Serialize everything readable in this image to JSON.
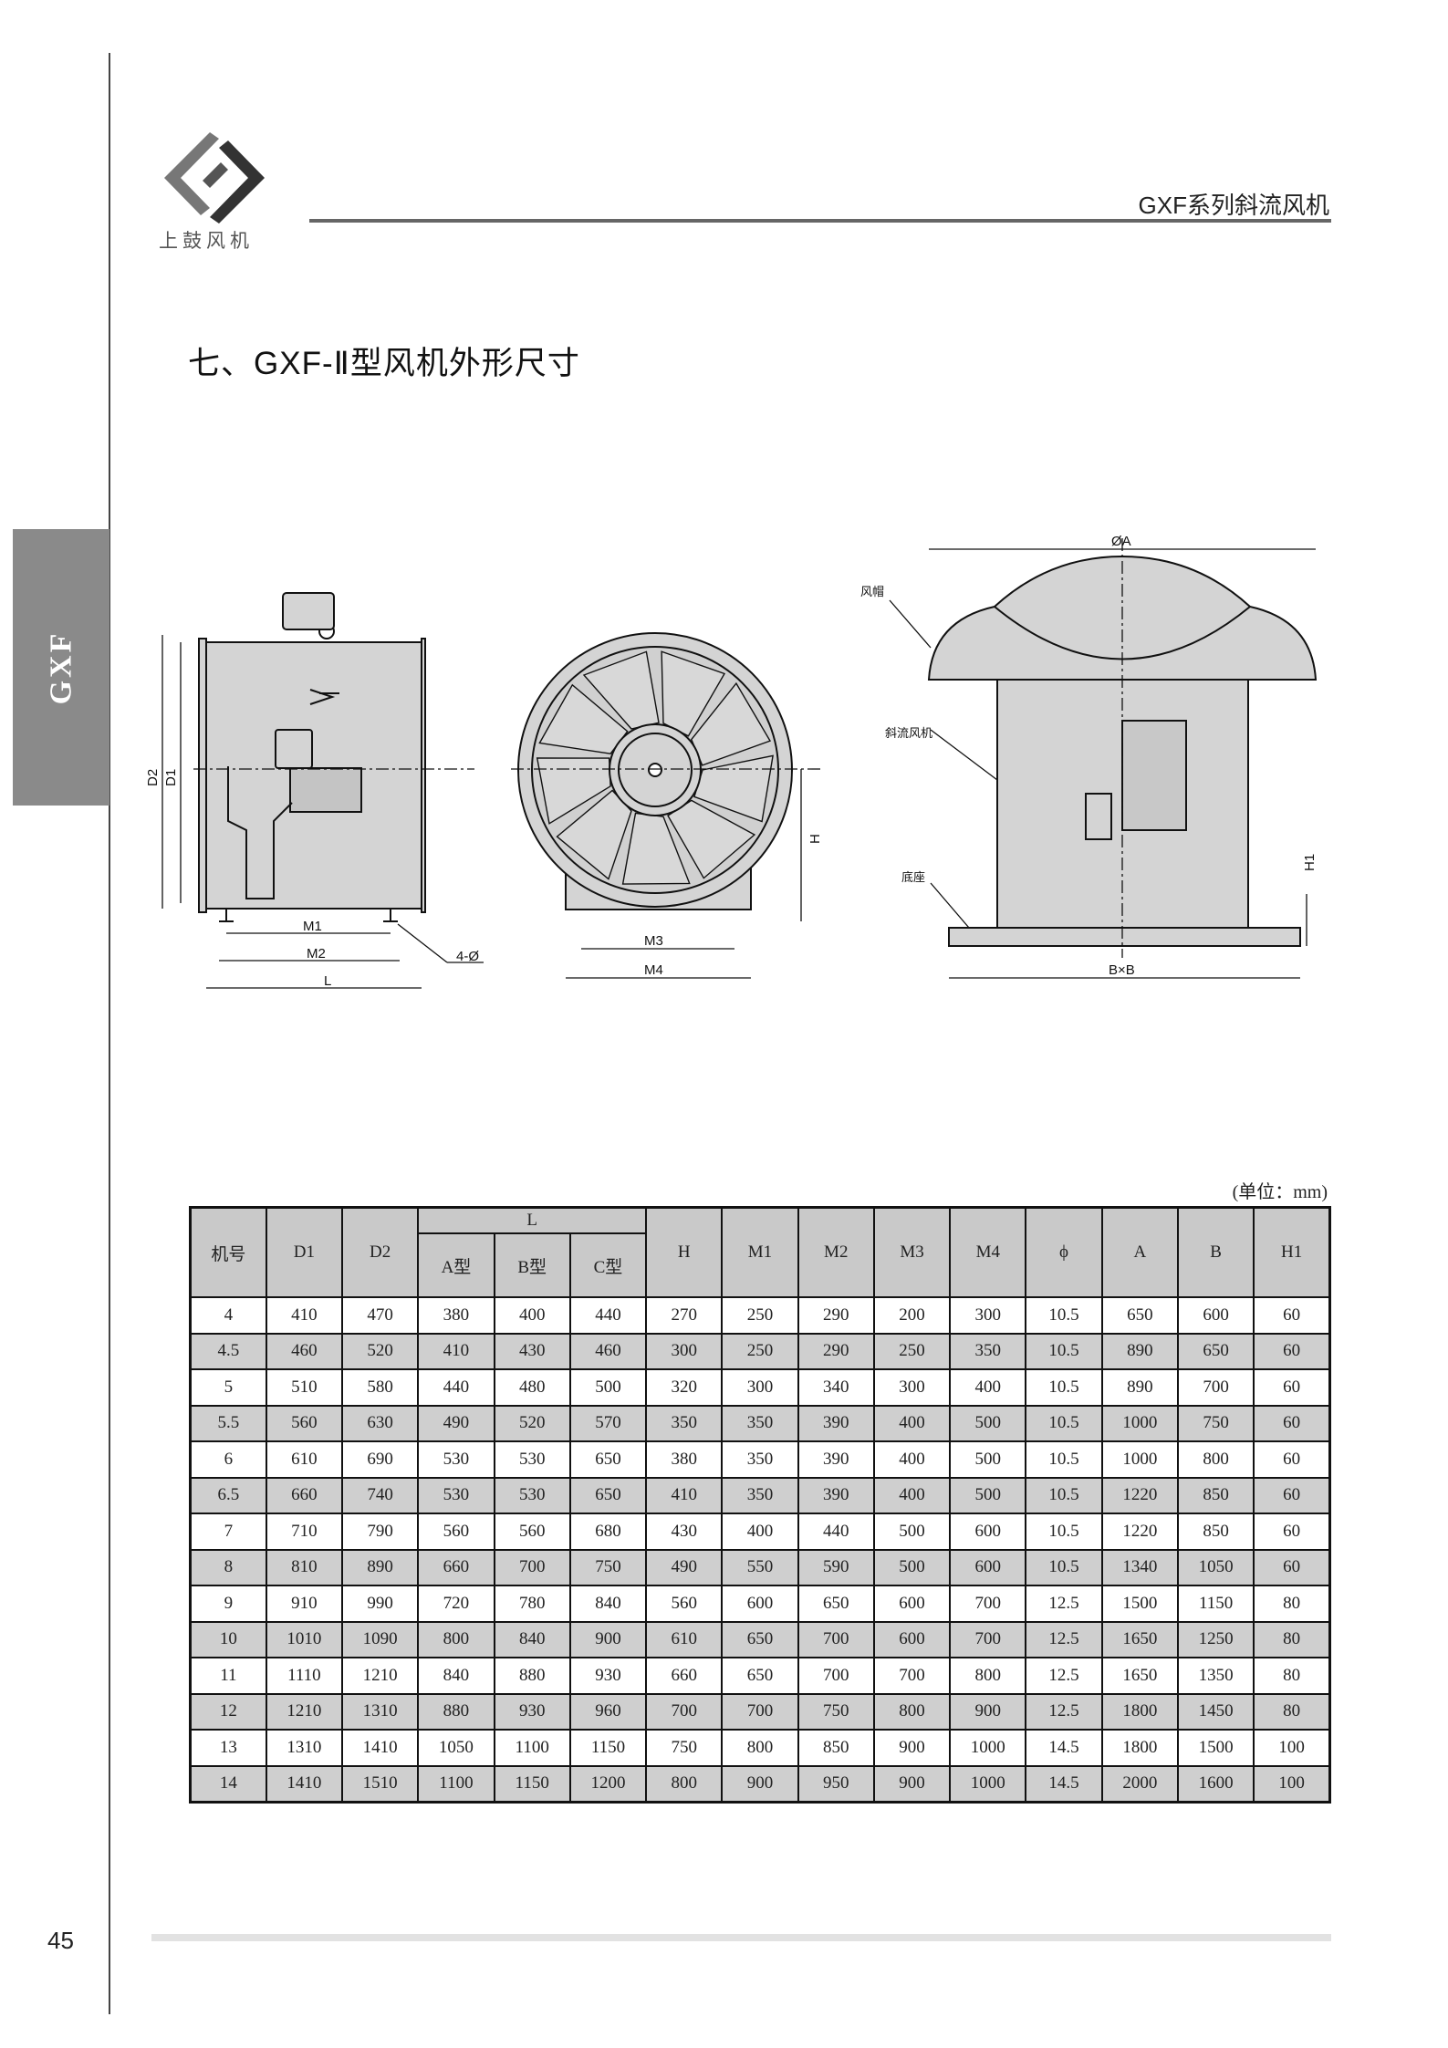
{
  "header": {
    "brand_name": "上鼓风机",
    "series_title": "GXF系列斜流风机"
  },
  "side_tab": {
    "label": "GXF"
  },
  "page_title": "七、GXF-Ⅱ型风机外形尺寸",
  "drawing_labels": {
    "d2": "D2",
    "d1": "D1",
    "m1": "M1",
    "m2": "M2",
    "l": "L",
    "holes": "4-Ø",
    "m3": "M3",
    "m4": "M4",
    "h": "H",
    "phi_a": "ØA",
    "cap": "风帽",
    "fan": "斜流风机",
    "base": "底座",
    "h1": "H1",
    "bxb": "B×B"
  },
  "unit_note": "(单位：mm)",
  "table": {
    "headers": {
      "no": "机号",
      "d1": "D1",
      "d2": "D2",
      "l": "L",
      "la": "A型",
      "lb": "B型",
      "lc": "C型",
      "h": "H",
      "m1": "M1",
      "m2": "M2",
      "m3": "M3",
      "m4": "M4",
      "phi": "ϕ",
      "a": "A",
      "b": "B",
      "h1": "H1"
    },
    "rows": [
      [
        "4",
        "410",
        "470",
        "380",
        "400",
        "440",
        "270",
        "250",
        "290",
        "200",
        "300",
        "10.5",
        "650",
        "600",
        "60"
      ],
      [
        "4.5",
        "460",
        "520",
        "410",
        "430",
        "460",
        "300",
        "250",
        "290",
        "250",
        "350",
        "10.5",
        "890",
        "650",
        "60"
      ],
      [
        "5",
        "510",
        "580",
        "440",
        "480",
        "500",
        "320",
        "300",
        "340",
        "300",
        "400",
        "10.5",
        "890",
        "700",
        "60"
      ],
      [
        "5.5",
        "560",
        "630",
        "490",
        "520",
        "570",
        "350",
        "350",
        "390",
        "400",
        "500",
        "10.5",
        "1000",
        "750",
        "60"
      ],
      [
        "6",
        "610",
        "690",
        "530",
        "530",
        "650",
        "380",
        "350",
        "390",
        "400",
        "500",
        "10.5",
        "1000",
        "800",
        "60"
      ],
      [
        "6.5",
        "660",
        "740",
        "530",
        "530",
        "650",
        "410",
        "350",
        "390",
        "400",
        "500",
        "10.5",
        "1220",
        "850",
        "60"
      ],
      [
        "7",
        "710",
        "790",
        "560",
        "560",
        "680",
        "430",
        "400",
        "440",
        "500",
        "600",
        "10.5",
        "1220",
        "850",
        "60"
      ],
      [
        "8",
        "810",
        "890",
        "660",
        "700",
        "750",
        "490",
        "550",
        "590",
        "500",
        "600",
        "10.5",
        "1340",
        "1050",
        "60"
      ],
      [
        "9",
        "910",
        "990",
        "720",
        "780",
        "840",
        "560",
        "600",
        "650",
        "600",
        "700",
        "12.5",
        "1500",
        "1150",
        "80"
      ],
      [
        "10",
        "1010",
        "1090",
        "800",
        "840",
        "900",
        "610",
        "650",
        "700",
        "600",
        "700",
        "12.5",
        "1650",
        "1250",
        "80"
      ],
      [
        "11",
        "1110",
        "1210",
        "840",
        "880",
        "930",
        "660",
        "650",
        "700",
        "700",
        "800",
        "12.5",
        "1650",
        "1350",
        "80"
      ],
      [
        "12",
        "1210",
        "1310",
        "880",
        "930",
        "960",
        "700",
        "700",
        "750",
        "800",
        "900",
        "12.5",
        "1800",
        "1450",
        "80"
      ],
      [
        "13",
        "1310",
        "1410",
        "1050",
        "1100",
        "1150",
        "750",
        "800",
        "850",
        "900",
        "1000",
        "14.5",
        "1800",
        "1500",
        "100"
      ],
      [
        "14",
        "1410",
        "1510",
        "1100",
        "1150",
        "1200",
        "800",
        "900",
        "950",
        "900",
        "1000",
        "14.5",
        "2000",
        "1600",
        "100"
      ]
    ]
  },
  "footer": {
    "page_number": "45"
  }
}
